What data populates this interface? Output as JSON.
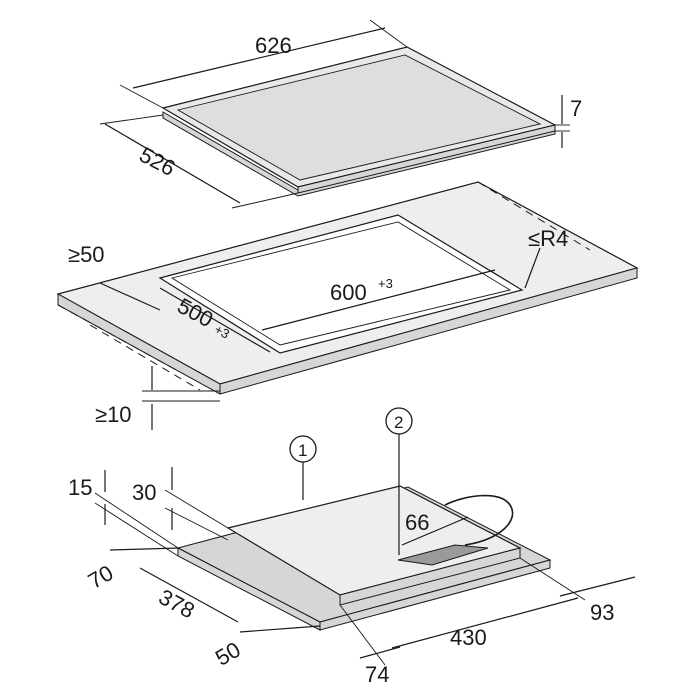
{
  "labels": {
    "hob_width": "626",
    "hob_depth": "526",
    "hob_thickness": "7",
    "min_wall_distance": "≥50",
    "corner_radius": "≤R4",
    "cutout_width": "600",
    "cutout_width_tol": "+3",
    "cutout_depth": "500",
    "cutout_depth_tol": "+3",
    "min_worktop_thickness": "≥10",
    "callout_1": "1",
    "callout_2": "2",
    "dim_15": "15",
    "dim_30": "30",
    "dim_66": "66",
    "dim_70": "70",
    "dim_378": "378",
    "dim_50": "50",
    "dim_74": "74",
    "dim_430": "430",
    "dim_93": "93"
  }
}
